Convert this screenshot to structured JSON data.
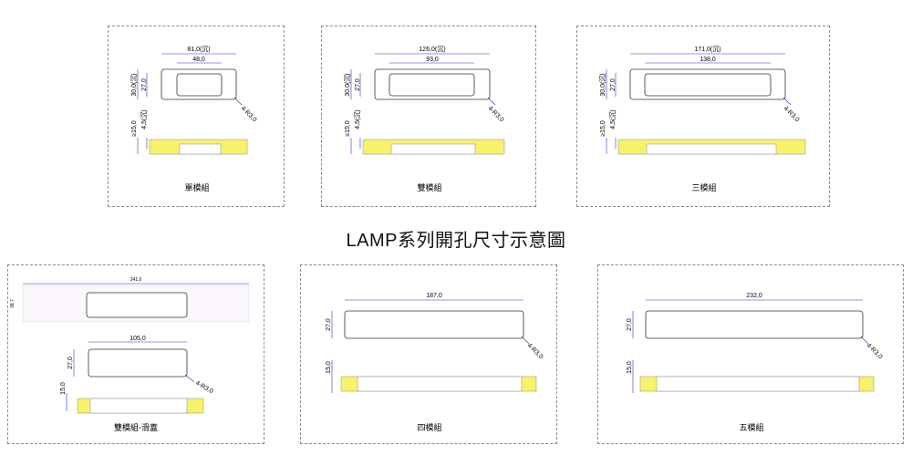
{
  "main_title": "LAMP系列開孔尺寸示意圖",
  "colors": {
    "dimension_line": "#2233cc",
    "hatch_fill": "#f7f26a",
    "panel_border": "#8a8a8a"
  },
  "panels": {
    "single": {
      "title": "單模組",
      "outer": "81,0(沉)",
      "inner": "48,0",
      "height_outer": "30,0(沉)",
      "height_inner": "27,0",
      "radius": "4-R3,0",
      "depth": "≥15,0",
      "depth_sink": "4,5(沉)"
    },
    "double": {
      "title": "雙模組",
      "outer": "126,0(沉)",
      "inner": "93,0",
      "height_outer": "30,0(沉)",
      "height_inner": "27,0",
      "radius": "4-R3,0",
      "depth": "≥15,0",
      "depth_sink": "4,5(沉)"
    },
    "triple": {
      "title": "三模組",
      "outer": "171,0(沉)",
      "inner": "138,0",
      "height_outer": "30,0(沉)",
      "height_inner": "27,0",
      "radius": "4-R3,0",
      "depth": "≥15,0",
      "depth_sink": "4,5(沉)"
    },
    "double_slide": {
      "title": "雙模組-滑蓋",
      "cover_width": "241,0",
      "cover_height": "38,7",
      "width": "105,0",
      "height": "27,0",
      "radius": "4-R3,0",
      "depth": "15,0"
    },
    "quad": {
      "title": "四模組",
      "width": "187,0",
      "height": "27,0",
      "radius": "4-R3,0",
      "depth": "15,0"
    },
    "penta": {
      "title": "五模組",
      "width": "232,0",
      "height": "27,0",
      "radius": "4-R3,0",
      "depth": "15,0"
    }
  }
}
